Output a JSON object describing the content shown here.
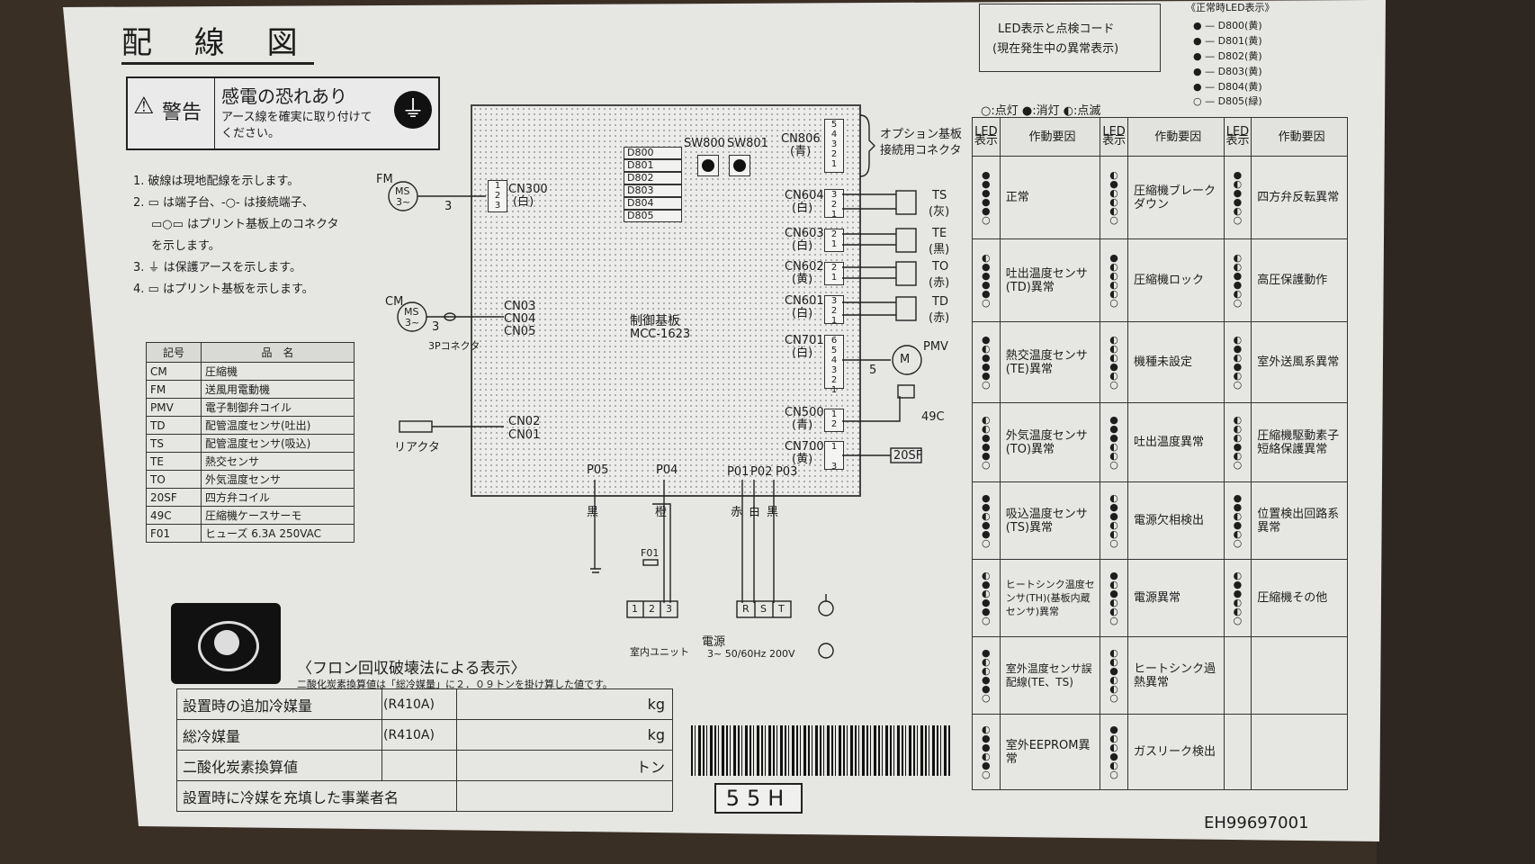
{
  "title": "配 線 図",
  "warning": {
    "label": "警告",
    "heading": "感電の恐れあり",
    "line1": "アース線を確実に取り付けて",
    "line2": "ください。"
  },
  "notes": [
    "1. 破線は現地配線を示します。",
    "2. ▭ は端子台、-○- は接続端子、",
    "▭○▭ はプリント基板上のコネクタ",
    "を示します。",
    "3. ⏚ は保護アースを示します。",
    "4. ▭ はプリント基板を示します。"
  ],
  "legend": {
    "headers": [
      "記号",
      "品　名"
    ],
    "rows": [
      [
        "CM",
        "圧縮機"
      ],
      [
        "FM",
        "送風用電動機"
      ],
      [
        "PMV",
        "電子制御弁コイル"
      ],
      [
        "TD",
        "配管温度センサ(吐出)"
      ],
      [
        "TS",
        "配管温度センサ(吸込)"
      ],
      [
        "TE",
        "熱交センサ"
      ],
      [
        "TO",
        "外気温度センサ"
      ],
      [
        "20SF",
        "四方弁コイル"
      ],
      [
        "49C",
        "圧縮機ケースサーモ"
      ],
      [
        "F01",
        "ヒューズ 6.3A 250VAC"
      ]
    ]
  },
  "board": {
    "name": "制御基板",
    "model": "MCC-1623",
    "leds": [
      "D800",
      "D801",
      "D802",
      "D803",
      "D804",
      "D805"
    ],
    "switches": [
      "SW800",
      "SW801"
    ],
    "connectors": {
      "cn806": "CN806",
      "cn806c": "(青)",
      "cn604": "CN604",
      "cn604c": "(白)",
      "cn603": "CN603",
      "cn603c": "(白)",
      "cn602": "CN602",
      "cn602c": "(黄)",
      "cn601": "CN601",
      "cn601c": "(白)",
      "cn701": "CN701",
      "cn701c": "(白)",
      "cn500": "CN500",
      "cn500c": "(青)",
      "cn700": "CN700",
      "cn700c": "(黄)",
      "cn300": "CN300",
      "cn300c": "(白)",
      "cn03": "CN03",
      "cn04": "CN04",
      "cn05": "CN05",
      "cn02": "CN02",
      "cn01": "CN01"
    },
    "option": "オプション基板",
    "option2": "接続用コネクタ",
    "points": [
      "P05",
      "P04",
      "P01",
      "P02",
      "P03"
    ]
  },
  "wiring": {
    "fm": "FM",
    "ms": "MS",
    "ms3": "3~",
    "n3": "3",
    "cm": "CM",
    "conn3p": "3Pコネクタ",
    "reactor": "リアクタ",
    "ts": "TS",
    "tsc": "(灰)",
    "te": "TE",
    "tec": "(黒)",
    "to": "TO",
    "toc": "(赤)",
    "td": "TD",
    "tdc": "(赤)",
    "pmv": "PMV",
    "n5": "5",
    "c49": "49C",
    "sf": "20SF",
    "black": "黒",
    "orange": "橙",
    "red": "赤",
    "white": "白",
    "black2": "黒",
    "f01": "F01",
    "tb1": [
      "1",
      "2",
      "3"
    ],
    "tb2": [
      "R",
      "S",
      "T"
    ],
    "indoor": "室内ユニット",
    "power": "電源",
    "powerspec": "3~ 50/60Hz 200V"
  },
  "led_legend": {
    "title": "《正常時LED表示》",
    "items": [
      "D800(黄)",
      "D801(黄)",
      "D802(黄)",
      "D803(黄)",
      "D804(黄)",
      "D805(緑)"
    ],
    "key": "○:点灯 ●:消灯 ◐:点滅"
  },
  "led_code_box": {
    "line1": "LED表示と点検コード",
    "line2": "(現在発生中の異常表示)"
  },
  "led_table": {
    "hdr_led": "LED表示",
    "hdr_cause": "作動要因",
    "rows": [
      [
        "正常",
        "圧縮機ブレークダウン",
        "四方弁反転異常"
      ],
      [
        "吐出温度センサ(TD)異常",
        "圧縮機ロック",
        "高圧保護動作"
      ],
      [
        "熱交温度センサ(TE)異常",
        "機種未設定",
        "室外送風系異常"
      ],
      [
        "外気温度センサ(TO)異常",
        "吐出温度異常",
        "圧縮機駆動素子短絡保護異常"
      ],
      [
        "吸込温度センサ(TS)異常",
        "電源欠相検出",
        "位置検出回路系異常"
      ],
      [
        "ヒートシンク温度センサ(TH)(基板内蔵センサ)異常",
        "電源異常",
        "圧縮機その他"
      ],
      [
        "室外温度センサ誤配線(TE、TS)",
        "ヒートシンク過熱異常",
        ""
      ],
      [
        "室外EEPROM異常",
        "ガスリーク検出",
        ""
      ]
    ]
  },
  "fron": {
    "heading": "〈フロン回収破壊法による表示〉",
    "note": "二酸化炭素換算値は「総冷媒量」に２．０９トンを掛け算した値です。",
    "rows": [
      [
        "設置時の追加冷媒量",
        "(R410A)",
        "kg"
      ],
      [
        "総冷媒量",
        "(R410A)",
        "kg"
      ],
      [
        "二酸化炭素換算値",
        "",
        "トン"
      ],
      [
        "設置時に冷媒を充填した事業者名",
        "",
        ""
      ]
    ]
  },
  "code": "55H",
  "doc_id": "EH99697001"
}
